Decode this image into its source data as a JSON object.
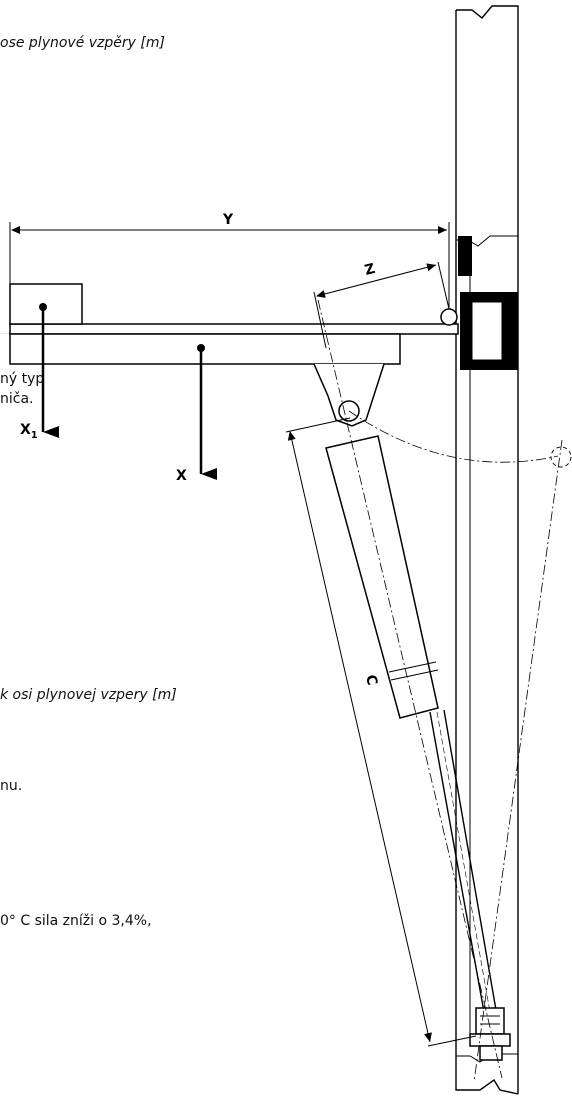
{
  "text_fragments": {
    "top_italic": "ose plynové vzpěry [m]",
    "typ_line": "ný typ",
    "nica_line": "niča.",
    "mid_italic": "k osi plynovej vzpery [m]",
    "nu_line": "nu.",
    "bottom_line": "0° C sila zníži o 3,4%,"
  },
  "diagram": {
    "label_y": "Y",
    "label_z": "Z",
    "label_c": "C",
    "label_x": "X",
    "label_x1": "X",
    "label_x1_sub": "1"
  }
}
